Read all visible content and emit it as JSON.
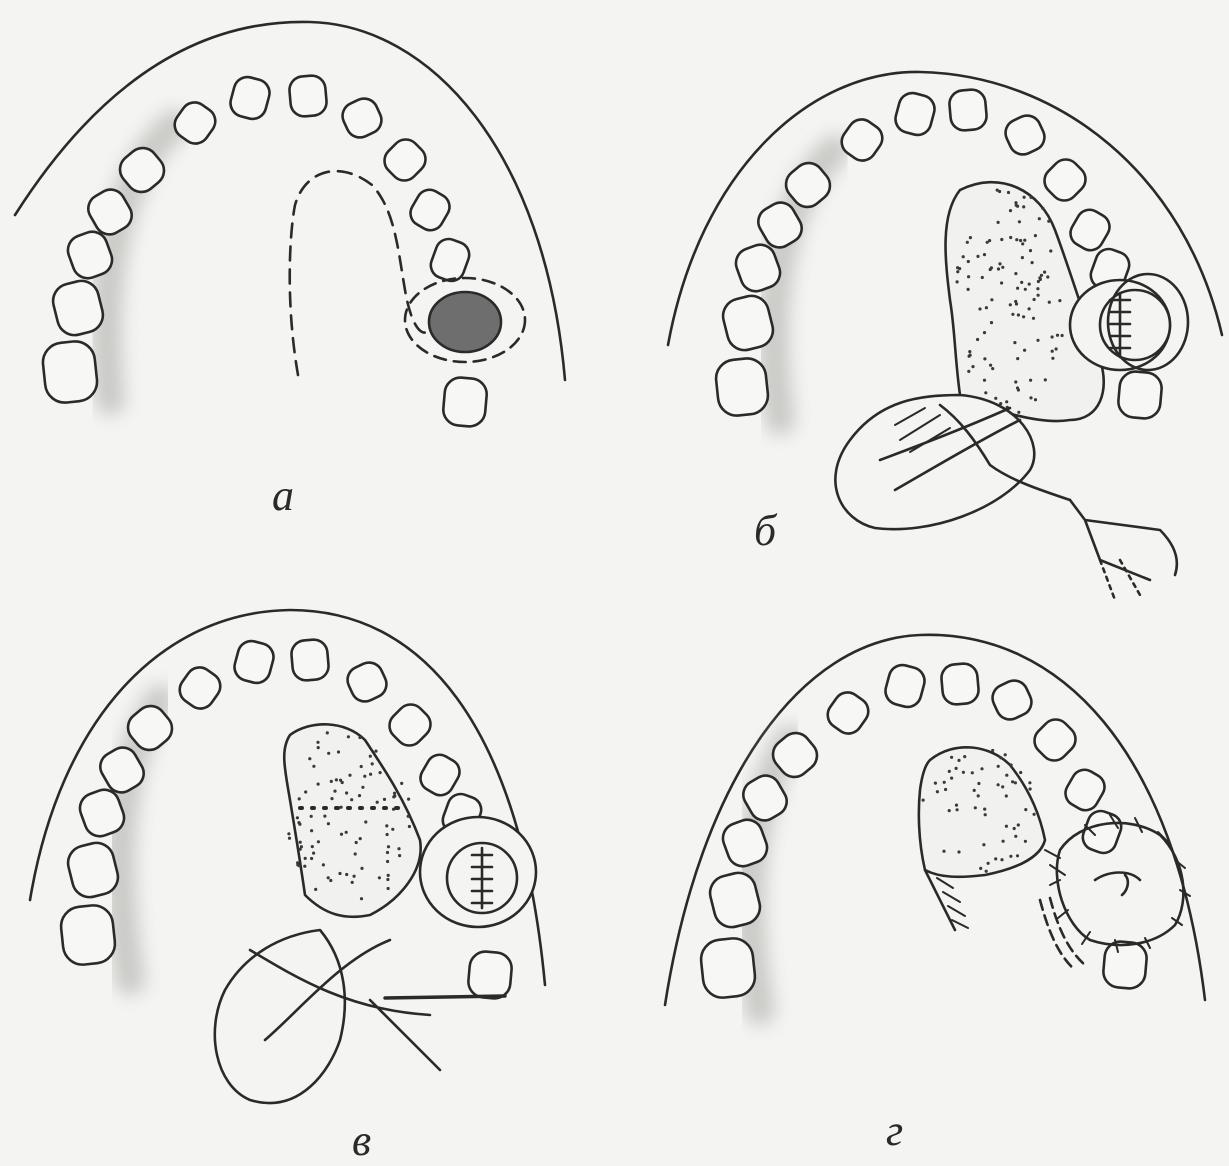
{
  "figure": {
    "panels": [
      {
        "id": "a",
        "label": "а"
      },
      {
        "id": "b",
        "label": "б"
      },
      {
        "id": "v",
        "label": "в"
      },
      {
        "id": "g",
        "label": "г"
      }
    ]
  },
  "colors": {
    "background": "#f4f4f2",
    "line": "#2a2a2a",
    "gum_shading": "#c9c9c6",
    "lesion": "#6e6e6e",
    "stipple": "#3a3a3a"
  }
}
